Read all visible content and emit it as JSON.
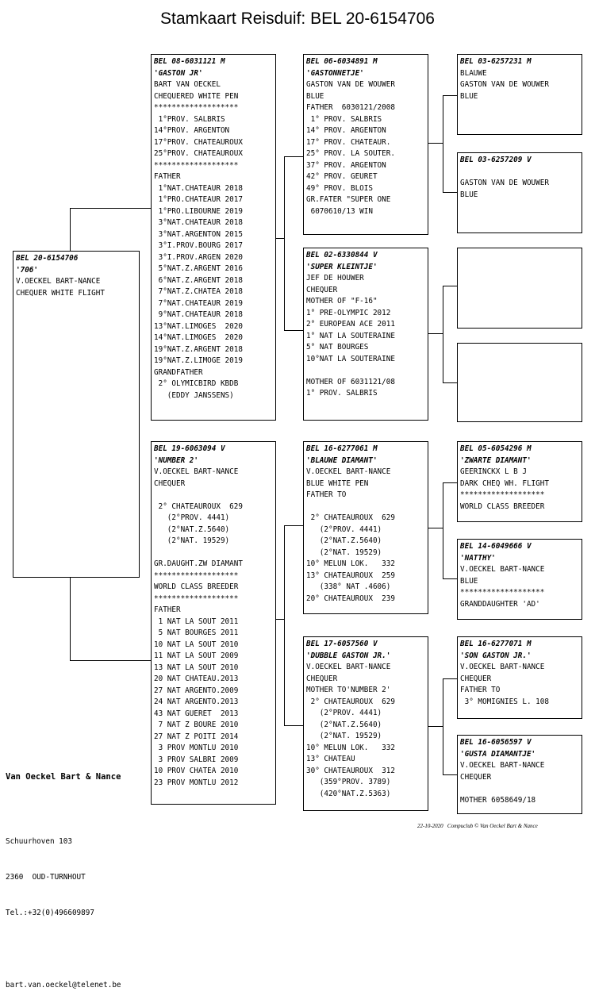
{
  "title": "Stamkaart Reisduif: BEL 20-6154706",
  "pigeons": {
    "subject": {
      "ring": "BEL 20-6154706",
      "lines": [
        "'706'",
        "V.OECKEL BART-NANCE",
        "CHEQUER WHITE FLIGHT"
      ]
    },
    "father": {
      "ring": "BEL 08-6031121 M",
      "lines": [
        "'GASTON JR'",
        "BART VAN OECKEL",
        "CHEQUERED WHITE PEN",
        "*******************",
        " 1°PROV. SALBRIS",
        "14°PROV. ARGENTON",
        "17°PROV. CHATEAUROUX",
        "25°PROV. CHATEAUROUX",
        "*******************",
        "FATHER",
        " 1°NAT.CHATEAUR 2018",
        " 1°PRO.CHATEAUR 2017",
        " 1°PRO.LIBOURNE 2019",
        " 3°NAT.CHATEAUR 2018",
        " 3°NAT.ARGENTON 2015",
        " 3°I.PROV.BOURG 2017",
        " 3°I.PROV.ARGEN 2020",
        " 5°NAT.Z.ARGENT 2016",
        " 6°NAT.Z.ARGENT 2018",
        " 7°NAT.Z.CHATEA 2018",
        " 7°NAT.CHATEAUR 2019",
        " 9°NAT.CHATEAUR 2018",
        "13°NAT.LIMOGES  2020",
        "14°NAT.LIMOGES  2020",
        "19°NAT.Z.ARGENT 2018",
        "19°NAT.Z.LIMOGE 2019",
        "GRANDFATHER",
        " 2° OLYMICBIRD KBDB",
        "   (EDDY JANSSENS)"
      ]
    },
    "mother": {
      "ring": "BEL 19-6063094 V",
      "lines": [
        "'NUMBER 2'",
        "V.OECKEL BART-NANCE",
        "CHEQUER",
        "",
        " 2° CHATEAUROUX  629",
        "   (2°PROV. 4441)",
        "   (2°NAT.Z.5640)",
        "   (2°NAT. 19529)",
        "",
        "GR.DAUGHT.ZW DIAMANT",
        "*******************",
        "WORLD CLASS BREEDER",
        "*******************",
        "FATHER",
        " 1 NAT LA SOUT 2011",
        " 5 NAT BOURGES 2011",
        "10 NAT LA SOUT 2010",
        "11 NAT LA SOUT 2009",
        "13 NAT LA SOUT 2010",
        "20 NAT CHATEAU.2013",
        "27 NAT ARGENTO.2009",
        "24 NAT ARGENTO.2013",
        "43 NAT GUERET  2013",
        " 7 NAT Z BOURE 2010",
        "27 NAT Z POITI 2014",
        " 3 PROV MONTLU 2010",
        " 3 PROV SALBRI 2009",
        "10 PROV CHATEA 2010",
        "23 PROV MONTLU 2012"
      ]
    },
    "ff": {
      "ring": "BEL 06-6034891 M",
      "lines": [
        "'GASTONNETJE'",
        "GASTON VAN DE WOUWER",
        "BLUE",
        "FATHER  6030121/2008",
        " 1° PROV. SALBRIS",
        "14° PROV. ARGENTON",
        "17° PROV. CHATEAUR.",
        "25° PROV. LA SOUTER.",
        "37° PROV. ARGENTON",
        "42° PROV. GEURET",
        "49° PROV. BLOIS",
        "GR.FATER \"SUPER ONE",
        " 6070610/13 WIN"
      ]
    },
    "fm": {
      "ring": "BEL 02-6330844 V",
      "lines": [
        "'SUPER KLEINTJE'",
        "JEF DE HOUWER",
        "CHEQUER",
        "MOTHER OF \"F-16\"",
        "1° PRE-OLYMPIC 2012",
        "2° EUROPEAN ACE 2011",
        "1° NAT LA SOUTERAINE",
        "5° NAT BOURGES",
        "10°NAT LA SOUTERAINE",
        "",
        "MOTHER OF 6031121/08",
        "1° PROV. SALBRIS"
      ]
    },
    "mf": {
      "ring": "BEL 16-6277061 M",
      "lines": [
        "'BLAUWE DIAMANT'",
        "V.OECKEL BART-NANCE",
        "BLUE WHITE PEN",
        "FATHER TO",
        "",
        " 2° CHATEAUROUX  629",
        "   (2°PROV. 4441)",
        "   (2°NAT.Z.5640)",
        "   (2°NAT. 19529)",
        "10° MELUN LOK.   332",
        "13° CHATEAUROUX  259",
        "   (338° NAT .4606)",
        "20° CHATEAUROUX  239"
      ]
    },
    "mm": {
      "ring": "BEL 17-6057560 V",
      "lines": [
        "'DUBBLE GASTON JR.'",
        "V.OECKEL BART-NANCE",
        "CHEQUER",
        "MOTHER TO'NUMBER 2'",
        " 2° CHATEAUROUX  629",
        "   (2°PROV. 4441)",
        "   (2°NAT.Z.5640)",
        "   (2°NAT. 19529)",
        "10° MELUN LOK.   332",
        "13° CHATEAU",
        "30° CHATEAUROUX  312",
        "   (359°PROV. 3789)",
        "   (420°NAT.Z.5363)"
      ]
    },
    "fff": {
      "ring": "BEL 03-6257231 M",
      "lines": [
        "BLAUWE",
        "GASTON VAN DE WOUWER",
        "BLUE"
      ]
    },
    "ffm": {
      "ring": "BEL 03-6257209 V",
      "lines": [
        "",
        "GASTON VAN DE WOUWER",
        "BLUE"
      ]
    },
    "fmf": {
      "ring": "",
      "lines": []
    },
    "fmm": {
      "ring": "",
      "lines": []
    },
    "mff": {
      "ring": "BEL 05-6054296 M",
      "lines": [
        "'ZWARTE DIAMANT'",
        "GEERINCKX L B J",
        "DARK CHEQ WH. FLIGHT",
        "*******************",
        "WORLD CLASS BREEDER"
      ]
    },
    "mfm": {
      "ring": "BEL 14-6049666 V",
      "lines": [
        "'NATTHY'",
        "V.OECKEL BART-NANCE",
        "BLUE",
        "*******************",
        "GRANDDAUGHTER 'AD'"
      ]
    },
    "mmf": {
      "ring": "BEL 16-6277071 M",
      "lines": [
        "'SON GASTON JR.'",
        "V.OECKEL BART-NANCE",
        "CHEQUER",
        "FATHER TO",
        " 3° MOMIGNIES L. 108"
      ]
    },
    "mmm": {
      "ring": "BEL 16-6056597 V",
      "lines": [
        "'GUSTA DIAMANTJE'",
        "V.OECKEL BART-NANCE",
        "CHEQUER",
        "",
        "MOTHER 6058649/18"
      ]
    }
  },
  "owner": {
    "name": "Van Oeckel Bart & Nance",
    "street": "Schuurhoven 103",
    "city": "2360  OUD-TURNHOUT",
    "phone": "Tel.:+32(0)496609897",
    "email": "bart.van.oeckel@telenet.be"
  },
  "footer": {
    "date": "22-10-2020",
    "credit": "Compuclub © Van Oeckel Bart & Nance"
  }
}
